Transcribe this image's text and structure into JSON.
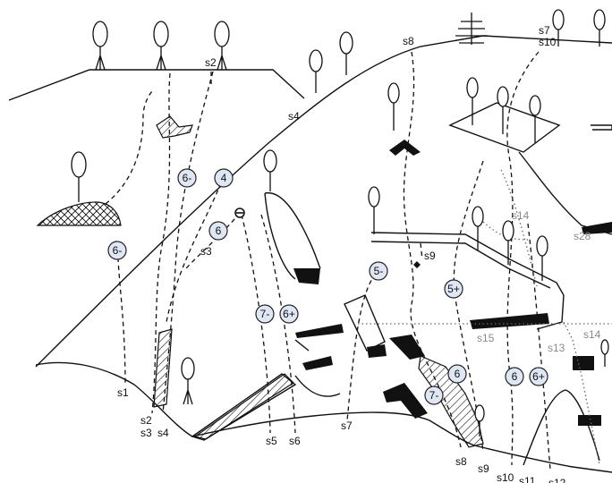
{
  "route_labels": {
    "s1": "s1",
    "s2_top": "s2",
    "s2": "s2",
    "s3_mid": "s3",
    "s3": "s3",
    "s4_mid": "s4",
    "s4": "s4",
    "s5": "s5",
    "s6": "s6",
    "s7": "s7",
    "s7_top": "s7",
    "s8": "s8",
    "s8_top": "s8",
    "s9": "s9",
    "s9_mid": "s9",
    "s10": "s10",
    "s10_top": "s10",
    "s11": "s11",
    "s12": "s12",
    "s13": "s13",
    "s14_a": "s14",
    "s14_b": "s14",
    "s15": "s15",
    "s28": "s28"
  },
  "grades": {
    "g_s1": "6-",
    "g_s2": "6-",
    "g_s4": "4",
    "g_s3": "6",
    "g_s5": "7-",
    "g_s6": "6+",
    "g_s8": "5-",
    "g_s9": "5+",
    "g_mid6": "6",
    "g_mid7": "7-",
    "g_s10": "6",
    "g_s11": "6+"
  },
  "colors": {
    "grade_fill": "#dfe7f4",
    "ink": "#111111",
    "faded_label": "#8a8a8a"
  },
  "symbols": {
    "bolt_marker": "bolt-anchor-icon",
    "tree": "tree-icon",
    "conifer": "conifer-tree-icon"
  }
}
